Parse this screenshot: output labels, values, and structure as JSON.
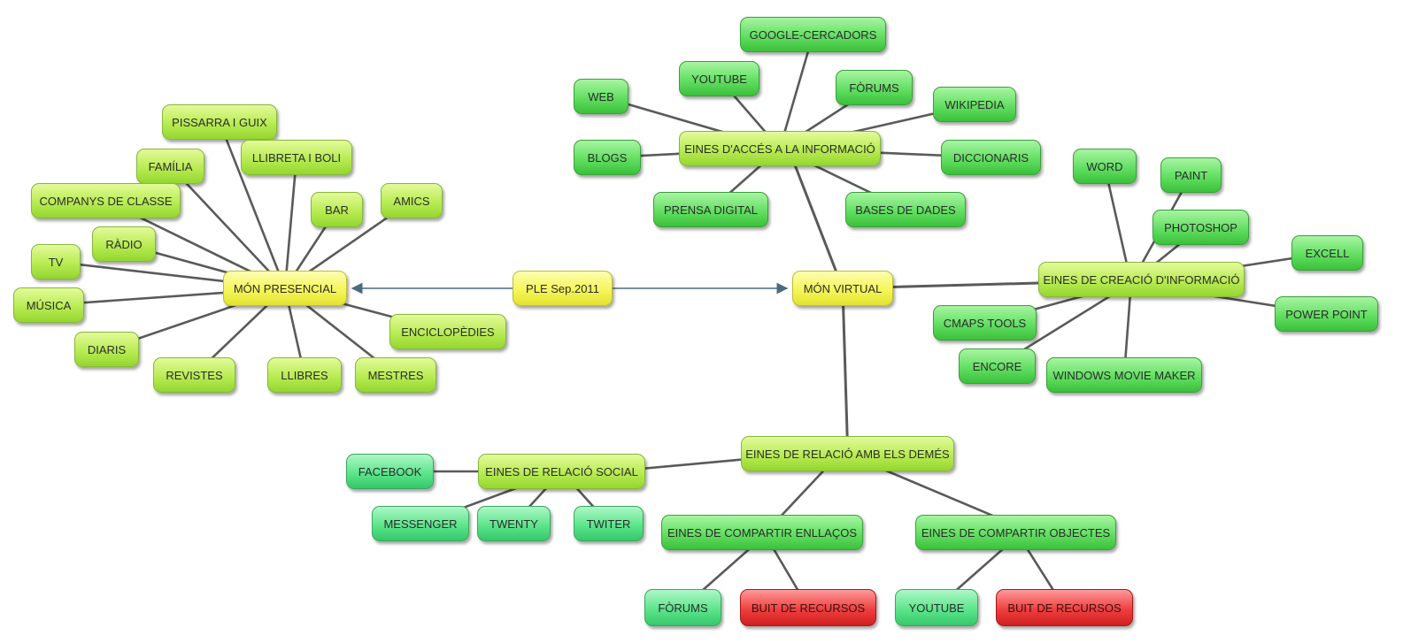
{
  "diagram": {
    "central": "PLE Sep.2011",
    "mon_presencial": {
      "title": "MÓN PRESENCIAL",
      "items": [
        "PISSARRA I GUIX",
        "LLIBRETA I BOLI",
        "FAMÍLIA",
        "COMPANYS DE CLASSE",
        "BAR",
        "AMICS",
        "RÀDIO",
        "TV",
        "MÚSICA",
        "DIARIS",
        "REVISTES",
        "LLIBRES",
        "MESTRES",
        "ENCICLOPÈDIES"
      ]
    },
    "mon_virtual": {
      "title": "MÓN VIRTUAL",
      "acces": {
        "title": "EINES D'ACCÉS A LA INFORMACIÓ",
        "items": [
          "GOOGLE-CERCADORS",
          "YOUTUBE",
          "FÒRUMS",
          "WEB",
          "WIKIPEDIA",
          "BLOGS",
          "DICCIONARIS",
          "PRENSA DIGITAL",
          "BASES DE DADES"
        ]
      },
      "creacio": {
        "title": "EINES DE CREACIÓ D'INFORMACIÓ",
        "items": [
          "WORD",
          "PAINT",
          "PHOTOSHOP",
          "EXCELL",
          "POWER POINT",
          "CMAPS TOOLS",
          "ENCORE",
          "WINDOWS MOVIE MAKER"
        ]
      },
      "relacio": {
        "title": "EINES DE RELACIÓ AMB ELS DEMÉS",
        "social": {
          "title": "EINES DE RELACIÓ SOCIAL",
          "items": [
            "FACEBOOK",
            "MESSENGER",
            "TWENTY",
            "TWITER"
          ]
        },
        "enllacos": {
          "title": "EINES DE COMPARTIR ENLLAÇOS",
          "items": [
            "FÒRUMS",
            "BUIT DE RECURSOS"
          ]
        },
        "objectes": {
          "title": "EINES DE COMPARTIR OBJECTES",
          "items": [
            "YOUTUBE",
            "BUIT DE RECURSOS"
          ]
        }
      }
    }
  },
  "colors": {
    "yellow": "#f6f65a",
    "lime": "#b8ec52",
    "green": "#62df62",
    "mint": "#5de58c",
    "red": "#ef3f3f",
    "link": "#5a5a5a",
    "arrow": "#4a6a80"
  }
}
